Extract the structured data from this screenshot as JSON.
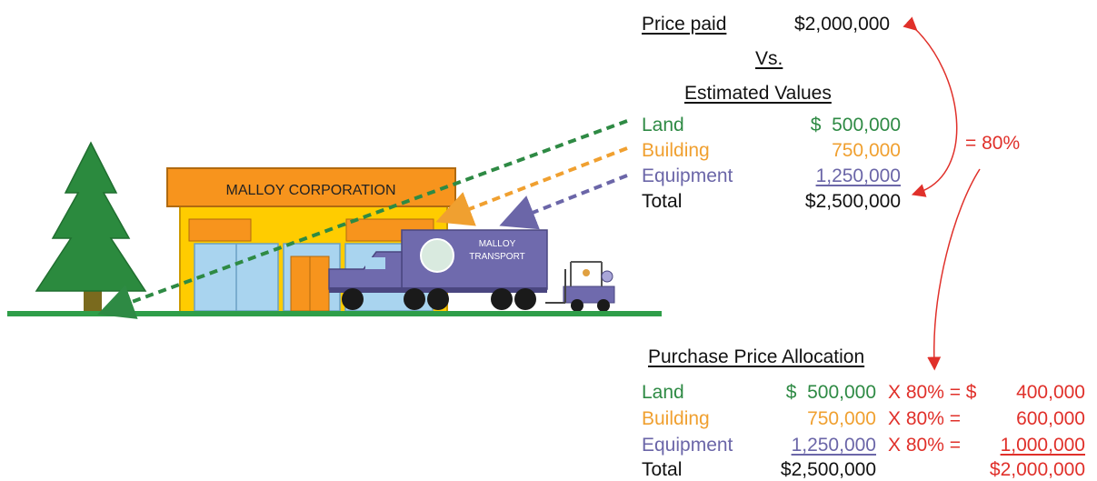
{
  "colors": {
    "land": "#2e8a44",
    "building": "#f0a030",
    "equipment": "#6b66a8",
    "allocation": "#e0302a",
    "ground": "#2f9e49",
    "tree": "#2b8a3e",
    "sign": "#f7941d",
    "building_wall": "#ffcc00",
    "window": "#a9d4ef",
    "truck": "#6f6aad"
  },
  "illustration": {
    "sign_text": "MALLOY CORPORATION",
    "truck_text_line1": "MALLOY",
    "truck_text_line2": "TRANSPORT"
  },
  "price_paid": {
    "label": "Price paid",
    "value": "$2,000,000"
  },
  "versus": "Vs.",
  "estimated": {
    "title": "Estimated Values",
    "rows": [
      {
        "label": "Land",
        "value": "$  500,000"
      },
      {
        "label": "Building",
        "value": "750,000"
      },
      {
        "label": "Equipment",
        "value": "1,250,000"
      },
      {
        "label": "Total",
        "value": "$2,500,000"
      }
    ]
  },
  "ratio_label": "= 80%",
  "allocation": {
    "title": "Purchase Price Allocation",
    "rows": [
      {
        "label": "Land",
        "value": "$  500,000",
        "op": "X 80% = $",
        "result": "400,000"
      },
      {
        "label": "Building",
        "value": "750,000",
        "op": "X 80% =",
        "result": "600,000"
      },
      {
        "label": "Equipment",
        "value": "1,250,000",
        "op": "X 80% =",
        "result": "1,000,000"
      },
      {
        "label": "Total",
        "value": "$2,500,000",
        "op": "",
        "result": "$2,000,000"
      }
    ]
  }
}
